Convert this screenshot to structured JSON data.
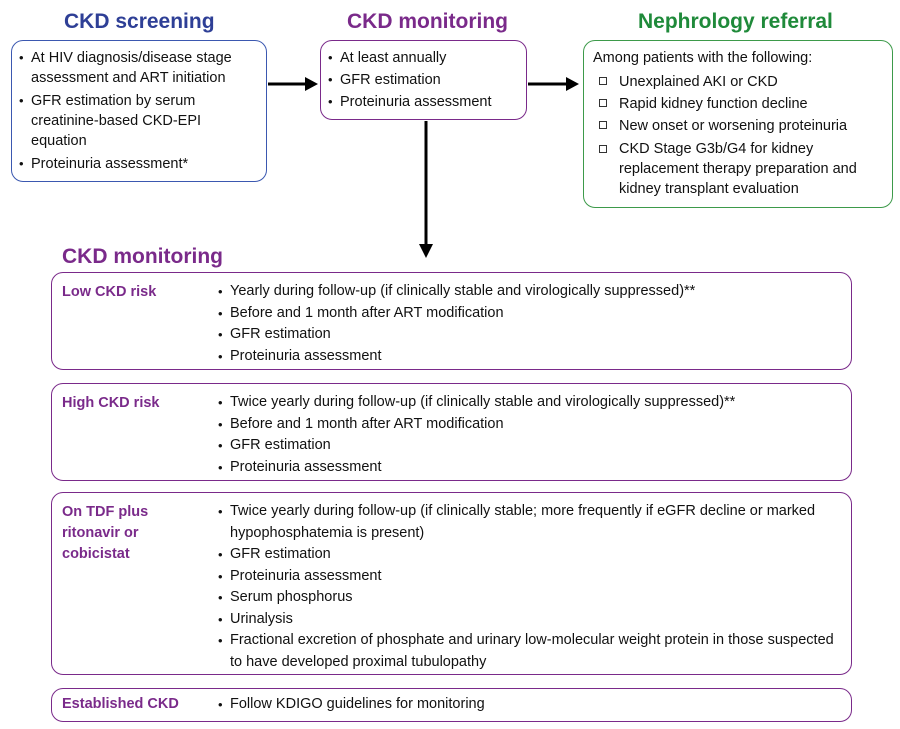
{
  "colors": {
    "screening": "#2e3f96",
    "monitoring": "#7a2a8a",
    "referral": "#1f8a3a"
  },
  "screening": {
    "title": "CKD  screening",
    "items": [
      "At HIV diagnosis/disease stage assessment and ART initiation",
      "GFR estimation by serum creatinine-based CKD-EPI equation",
      "Proteinuria assessment*"
    ]
  },
  "monitoring": {
    "title": "CKD monitoring",
    "items": [
      "At least annually",
      "GFR estimation",
      "Proteinuria assessment"
    ]
  },
  "referral": {
    "title": "Nephrology  referral",
    "intro": "Among patients with the following:",
    "items": [
      "Unexplained AKI or CKD",
      "Rapid kidney function decline",
      "New onset or worsening proteinuria",
      "CKD Stage G3b/G4 for kidney replacement therapy preparation and kidney transplant evaluation"
    ]
  },
  "detail": {
    "title": "CKD monitoring",
    "groups": [
      {
        "label": "Low CKD  risk",
        "items": [
          "Yearly during follow-up (if clinically stable and virologically suppressed)**",
          "Before and 1 month after ART modification",
          "GFR estimation",
          "Proteinuria assessment"
        ]
      },
      {
        "label": "High CKD  risk",
        "items": [
          "Twice yearly during follow-up (if clinically stable and virologically suppressed)**",
          "Before and 1 month after ART modification",
          "GFR estimation",
          "Proteinuria assessment"
        ]
      },
      {
        "label": "On TDF plus ritonavir or cobicistat",
        "items": [
          "Twice yearly during follow-up (if clinically stable; more frequently if eGFR decline or marked hypophosphatemia is present)",
          "GFR estimation",
          "Proteinuria assessment",
          "Serum phosphorus",
          "Urinalysis",
          "Fractional excretion of phosphate and urinary low-molecular weight protein in those suspected to have developed proximal tubulopathy"
        ]
      },
      {
        "label": "Established CKD",
        "items": [
          "Follow KDIGO guidelines for monitoring"
        ]
      }
    ]
  }
}
